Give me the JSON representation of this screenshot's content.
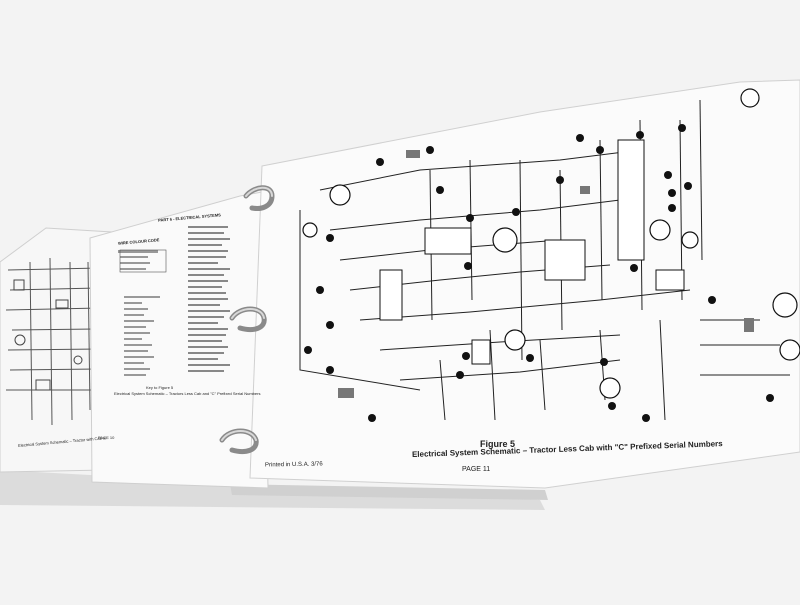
{
  "figure": {
    "number": "Figure 5",
    "caption": "Electrical System Schematic – Tractor Less Cab with \"C\" Prefixed Serial Numbers",
    "printed": "Printed in U.S.A. 3/76",
    "page": "PAGE 11"
  },
  "toc_page": {
    "header": "PART 6 - ELECTRICAL SYSTEMS",
    "wire_colour_code": "WIRE COLOUR CODE",
    "caption_line1": "Key to Figure 5",
    "caption_line2": "Electrical System Schematic – Tractors Less Cab and \"C\" Prefixed Serial Numbers"
  },
  "left_page": {
    "caption": "Electrical System Schematic – Tractor with Cab a...",
    "page": "PAGE 10"
  },
  "colors": {
    "background": "#f3f3f3",
    "paper": "#fbfbfb",
    "ink": "#1a1a1a",
    "binder_ring": "#9a9a9a"
  }
}
